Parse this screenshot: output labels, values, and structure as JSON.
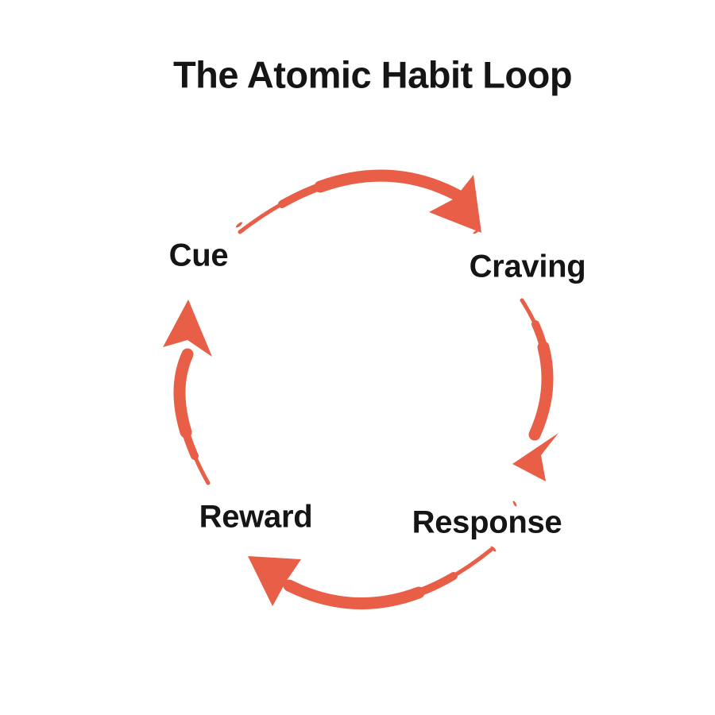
{
  "title": "The Atomic Habit Loop",
  "labels": {
    "cue": "Cue",
    "craving": "Craving",
    "response": "Response",
    "reward": "Reward"
  },
  "diagram": {
    "type": "cycle",
    "direction": "clockwise",
    "sequence": [
      "Cue",
      "Craving",
      "Response",
      "Reward"
    ],
    "arrows": [
      {
        "from": "Cue",
        "to": "Craving"
      },
      {
        "from": "Craving",
        "to": "Response"
      },
      {
        "from": "Response",
        "to": "Reward"
      },
      {
        "from": "Reward",
        "to": "Cue"
      }
    ]
  },
  "colors": {
    "arrow": "#E85E46",
    "text": "#151515",
    "background": "#FFFFFF"
  }
}
